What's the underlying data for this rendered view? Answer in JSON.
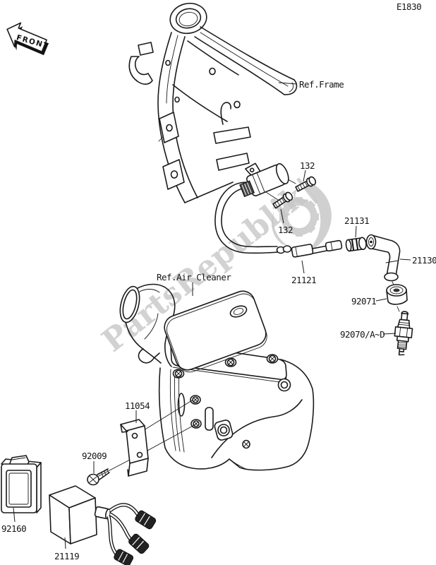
{
  "diagram": {
    "code": "E1830",
    "front_arrow_label": "FRONT",
    "watermark": {
      "text": "PartsRepublik|",
      "color": "#c8c8c8"
    },
    "references": {
      "frame": "Ref.Frame",
      "air_cleaner": "Ref.Air Cleaner"
    },
    "part_labels": {
      "bolt": "132",
      "terminal_nut": "21131",
      "plug_cap": "21130",
      "ignition_coil_lead": "21121",
      "grommet": "92071",
      "spark_plug": "92070/A~D",
      "bracket": "11054",
      "screw": "92009",
      "damper": "92160",
      "igniter": "21119"
    },
    "colors": {
      "background": "#ffffff",
      "line": "#1a1a1a"
    }
  }
}
